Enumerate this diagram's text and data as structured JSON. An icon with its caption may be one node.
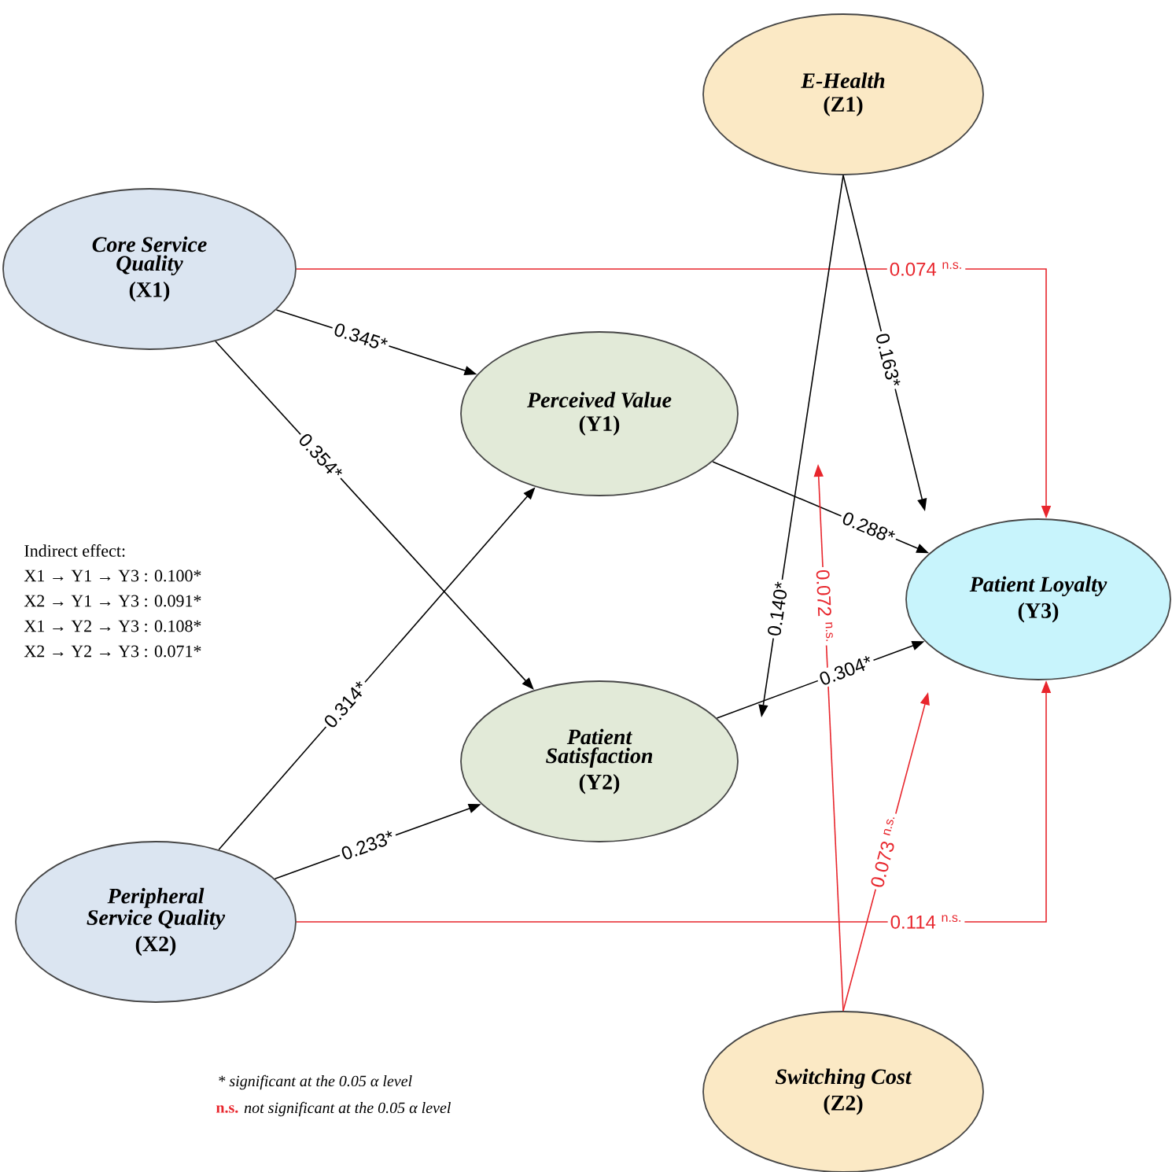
{
  "diagram": {
    "nodes": [
      {
        "text": [
          "Core Service Quality",
          "(X1)"
        ]
      },
      {
        "text": [
          "E-Health",
          "(Z1)"
        ]
      },
      {
        "text": [
          "Perceived Value",
          "(Y1)"
        ]
      },
      {
        "text": [
          "Patient Loyalty",
          "(Y3)"
        ]
      },
      {
        "text": [
          "Patient Satisfaction",
          "(Y2)"
        ]
      },
      {
        "text": [
          "Peripheral Service Quality",
          "(X2)"
        ]
      },
      {
        "text": [
          "Switching Cost",
          "(Z2)"
        ]
      }
    ],
    "edges": [
      {
        "from": 0,
        "to": 2,
        "arrow": "to",
        "label": "0.345*"
      },
      {
        "from": 0,
        "to": 4,
        "arrow": "to",
        "label": "0.354*"
      },
      {
        "from": 0,
        "to": 3,
        "arrow": "to",
        "label": "0.074 $^{n.s.}$",
        "color": "#e8262d"
      },
      {
        "from": 5,
        "to": 2,
        "arrow": "to",
        "label": "0.314*"
      },
      {
        "from": 5,
        "to": 4,
        "arrow": "to",
        "label": "0.233*"
      },
      {
        "from": 5,
        "to": 3,
        "arrow": "to",
        "label": "0.114 $^{n.s.}$",
        "color": "#e8262d"
      },
      {
        "from": 2,
        "to": 3,
        "arrow": "to",
        "label": "0.288*"
      },
      {
        "from": 4,
        "to": 3,
        "arrow": "to",
        "label": "0.304*"
      },
      {
        "from": 1,
        "to": null,
        "arrow": "to",
        "label": "0.163*"
      },
      {
        "from": 1,
        "to": null,
        "arrow": "to",
        "label": "0.140*"
      },
      {
        "from": 6,
        "to": null,
        "arrow": "to",
        "label": "0.072 $^{n.s.}$",
        "color": "#e8262d"
      },
      {
        "from": 6,
        "to": null,
        "arrow": "to",
        "label": "0.073 $^{n.s.}$",
        "color": "#e8262d"
      }
    ],
    "labels": [
      "Indirect effect:",
      "X1 → Y1 → Y3 : 0.100*",
      "X2 → Y1 → Y3 : 0.091*",
      "X1 → Y2 → Y3 : 0.108*",
      "X2 → Y2 → Y3 : 0.071*",
      "* significant at the 0.05 α level",
      "n.s.",
      "not significant at the 0.05 α level"
    ]
  }
}
